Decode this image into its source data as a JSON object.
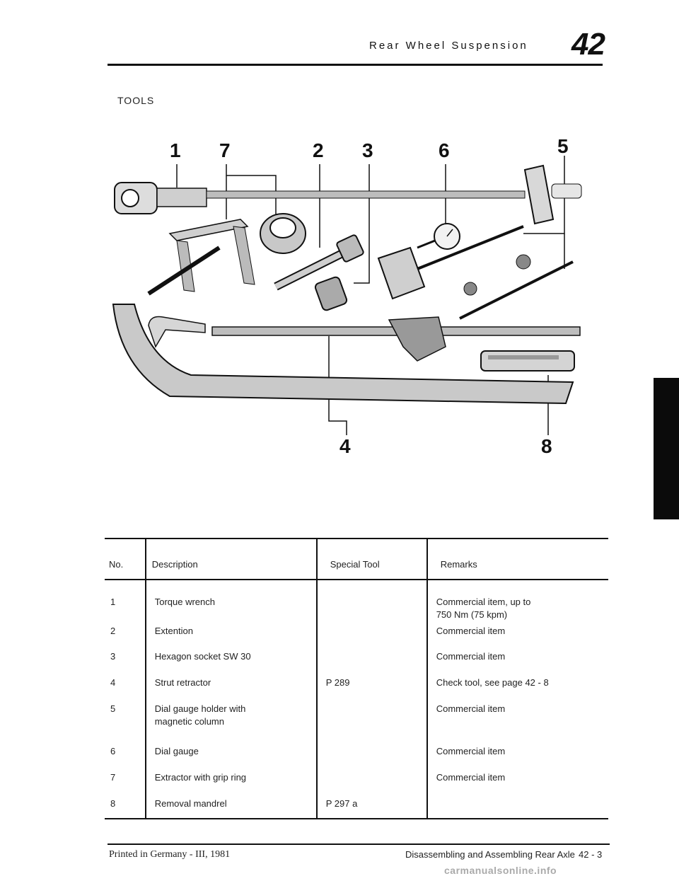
{
  "header": {
    "section_title": "Rear Wheel Suspension",
    "chapter_number": "42"
  },
  "page_section": "TOOLS",
  "illustration": {
    "callouts_top": [
      "1",
      "7",
      "2",
      "3",
      "6",
      "5"
    ],
    "callouts_bottom": [
      "4",
      "8"
    ]
  },
  "table": {
    "headers": {
      "no": "No.",
      "description": "Description",
      "special_tool": "Special Tool",
      "remarks": "Remarks"
    },
    "rows": [
      {
        "no": "1",
        "description": "Torque wrench",
        "tool": "",
        "remarks": "Commercial item, up to\n750 Nm (75 kpm)"
      },
      {
        "no": "2",
        "description": "Extention",
        "tool": "",
        "remarks": "Commercial item"
      },
      {
        "no": "3",
        "description": "Hexagon socket SW 30",
        "tool": "",
        "remarks": "Commercial item"
      },
      {
        "no": "4",
        "description": "Strut retractor",
        "tool": "P 289",
        "remarks": "Check tool, see page 42 - 8"
      },
      {
        "no": "5",
        "description": "Dial gauge holder with\nmagnetic column",
        "tool": "",
        "remarks": "Commercial item"
      },
      {
        "no": "6",
        "description": "Dial gauge",
        "tool": "",
        "remarks": "Commercial item"
      },
      {
        "no": "7",
        "description": "Extractor with grip ring",
        "tool": "",
        "remarks": "Commercial item"
      },
      {
        "no": "8",
        "description": "Removal mandrel",
        "tool": "P 297 a",
        "remarks": ""
      }
    ]
  },
  "footer": {
    "printed": "Printed in Germany  -  III, 1981",
    "chapter_title": "Disassembling and Assembling Rear Axle",
    "page_number": "42 - 3",
    "watermark": "carmanualsonline.info"
  }
}
